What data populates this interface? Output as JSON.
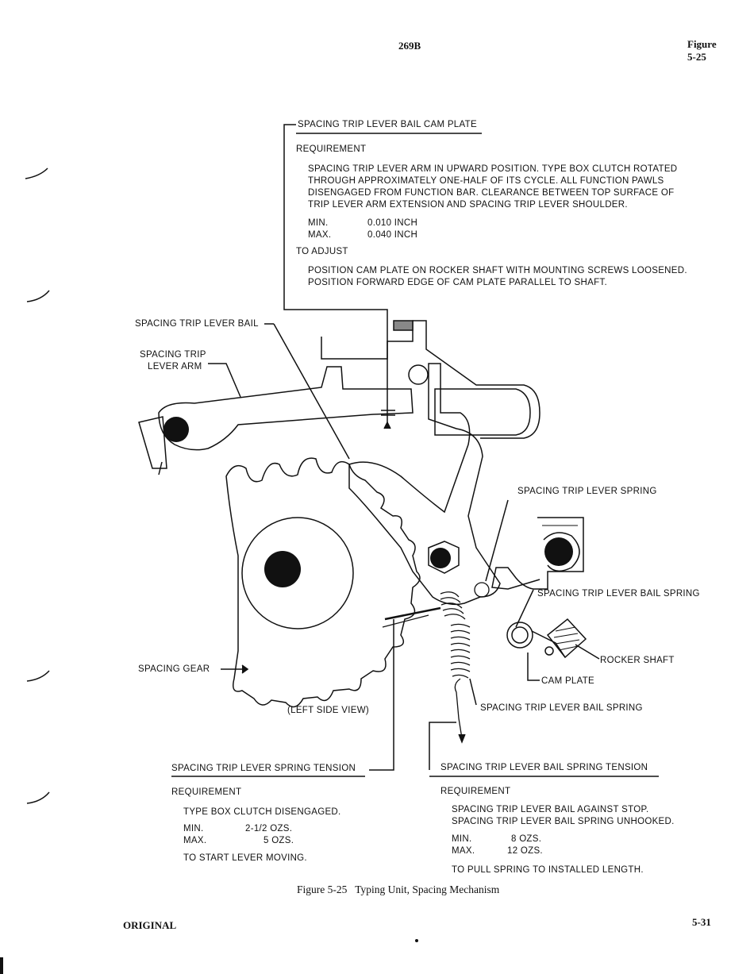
{
  "header": {
    "doc_number": "269B",
    "figure_label": "Figure",
    "figure_number": "5-25"
  },
  "cam_plate_block": {
    "title": "SPACING TRIP LEVER BAIL CAM PLATE",
    "requirement_heading": "REQUIREMENT",
    "requirement_lines": [
      "SPACING TRIP LEVER ARM IN UPWARD POSITION.  TYPE BOX CLUTCH ROTATED",
      "THROUGH APPROXIMATELY ONE-HALF OF ITS CYCLE.  ALL FUNCTION PAWLS",
      "DISENGAGED FROM FUNCTION BAR.  CLEARANCE BETWEEN TOP SURFACE OF",
      "TRIP LEVER ARM EXTENSION AND SPACING TRIP LEVER SHOULDER."
    ],
    "min_label": "MIN.",
    "min_value": "0.010 INCH",
    "max_label": "MAX.",
    "max_value": "0.040 INCH",
    "adjust_heading": "TO ADJUST",
    "adjust_lines": [
      "POSITION CAM PLATE ON ROCKER SHAFT WITH MOUNTING SCREWS LOOSENED.",
      "POSITION FORWARD EDGE OF CAM PLATE PARALLEL TO SHAFT."
    ]
  },
  "callouts": {
    "bail": "SPACING TRIP LEVER BAIL",
    "arm_line1": "SPACING TRIP",
    "arm_line2": "LEVER ARM",
    "lever_spring": "SPACING TRIP LEVER SPRING",
    "bail_spring_upper": "SPACING TRIP LEVER BAIL SPRING",
    "rocker_shaft": "ROCKER SHAFT",
    "cam_plate": "CAM PLATE",
    "bail_spring_lower": "SPACING TRIP LEVER BAIL SPRING",
    "spacing_gear": "SPACING GEAR",
    "view": "(LEFT SIDE VIEW)"
  },
  "lever_spring_block": {
    "title": "SPACING TRIP LEVER SPRING TENSION",
    "requirement_heading": "REQUIREMENT",
    "condition": "TYPE BOX CLUTCH DISENGAGED.",
    "min_label": "MIN.",
    "min_value": "2-1/2 OZS.",
    "max_label": "MAX.",
    "max_value": "5 OZS.",
    "note": "TO START LEVER MOVING."
  },
  "bail_spring_block": {
    "title": "SPACING TRIP LEVER BAIL SPRING TENSION",
    "requirement_heading": "REQUIREMENT",
    "condition_lines": [
      "SPACING TRIP LEVER BAIL AGAINST STOP.",
      "SPACING TRIP LEVER BAIL SPRING UNHOOKED."
    ],
    "min_label": "MIN.",
    "min_value": "8 OZS.",
    "max_label": "MAX.",
    "max_value": "12 OZS.",
    "note": "TO PULL SPRING TO INSTALLED LENGTH."
  },
  "caption": "Figure 5-25   Typing Unit, Spacing Mechanism",
  "footer": {
    "left": "ORIGINAL",
    "right": "5-31"
  }
}
